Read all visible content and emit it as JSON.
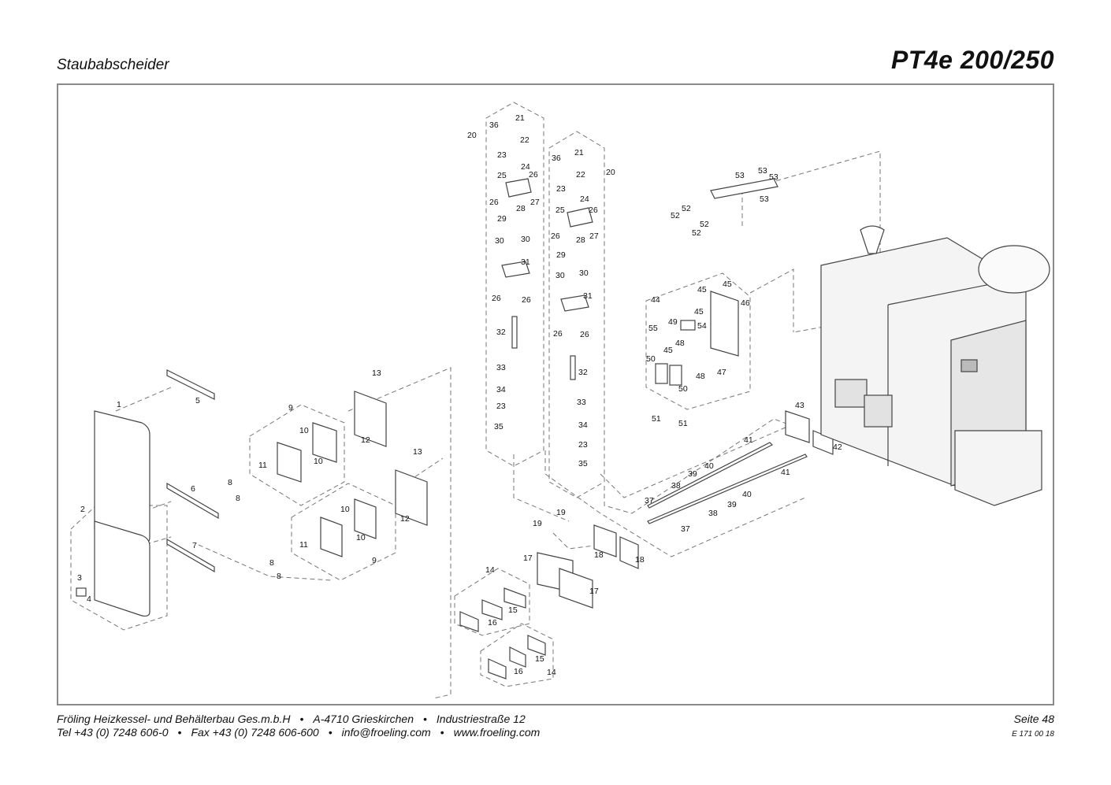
{
  "header": {
    "section_title": "Staubabscheider",
    "model": "PT4e 200/250"
  },
  "footer": {
    "company": "Fröling Heizkessel- und Behälterbau Ges.m.b.H",
    "city": "A-4710 Grieskirchen",
    "street": "Industriestraße 12",
    "tel": "Tel +43 (0) 7248 606-0",
    "fax": "Fax +43 (0) 7248 606-600",
    "email": "info@froeling.com",
    "web": "www.froeling.com",
    "bullet": "•",
    "page": "Seite 48",
    "doc_code": "E 171 00 18"
  },
  "diagram": {
    "part_labels": [
      "1",
      "2",
      "3",
      "4",
      "5",
      "6",
      "7",
      "8",
      "9",
      "10",
      "11",
      "12",
      "13",
      "14",
      "15",
      "16",
      "17",
      "18",
      "19",
      "20",
      "21",
      "22",
      "23",
      "24",
      "25",
      "26",
      "27",
      "28",
      "29",
      "30",
      "31",
      "32",
      "33",
      "34",
      "35",
      "36",
      "37",
      "38",
      "39",
      "40",
      "41",
      "42",
      "43",
      "44",
      "45",
      "46",
      "47",
      "48",
      "49",
      "50",
      "51",
      "52",
      "53",
      "54",
      "55"
    ]
  }
}
